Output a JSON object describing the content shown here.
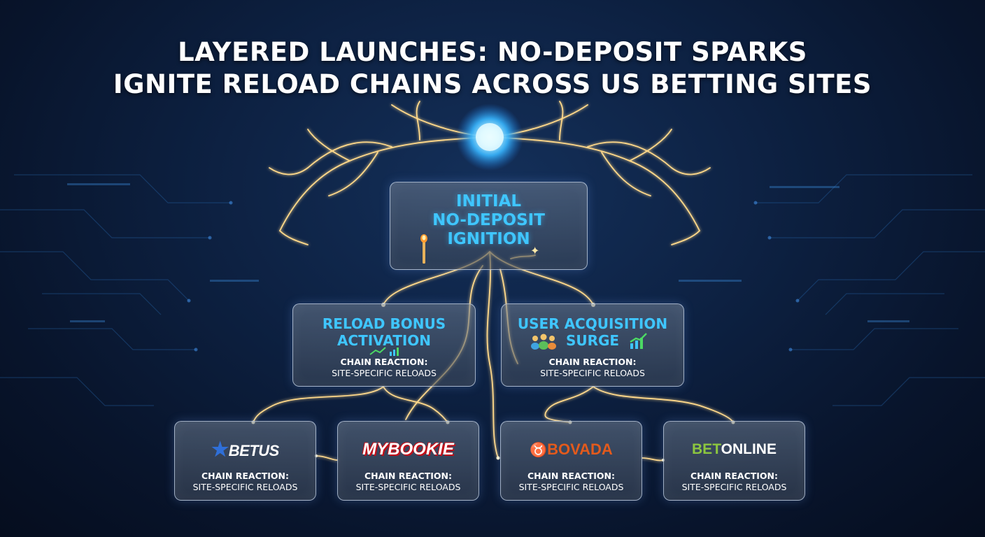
{
  "title": {
    "line1": "LAYERED LAUNCHES: NO-DEPOSIT SPARKS",
    "line2": "IGNITE RELOAD CHAINS ACROSS US BETTING SITES"
  },
  "ignition": {
    "line1": "INITIAL",
    "line2": "NO-DEPOSIT",
    "line3": "IGNITION"
  },
  "mid_nodes": [
    {
      "line1": "RELOAD BONUS",
      "line2": "ACTIVATION",
      "cr_label": "CHAIN REACTION:",
      "cr_value": "SITE-SPECIFIC RELOADS",
      "icon": "growth-chart-icon"
    },
    {
      "line1": "USER ACQUISITION",
      "line2": "SURGE",
      "cr_label": "CHAIN REACTION:",
      "cr_value": "SITE-SPECIFIC RELOADS",
      "icon": "users-group-icon"
    }
  ],
  "sites": [
    {
      "name": "BETUS",
      "cr_label": "CHAIN REACTION:",
      "cr_value": "SITE-SPECIFIC RELOADS"
    },
    {
      "name": "MYBOOKIE",
      "cr_label": "CHAIN REACTION:",
      "cr_value": "SITE-SPECIFIC RELOADS"
    },
    {
      "name": "BOVADA",
      "cr_label": "CHAIN REACTION:",
      "cr_value": "SITE-SPECIFIC RELOADS"
    },
    {
      "name_part1": "BET",
      "name_part2": "ONLINE",
      "cr_label": "CHAIN REACTION:",
      "cr_value": "SITE-SPECIFIC RELOADS"
    }
  ],
  "colors": {
    "accent_cyan": "#3fc6ff",
    "spark_gold": "#ffd98a",
    "orb_blue": "#5fd0ff",
    "betus_blue": "#2f6fd8",
    "mybookie_red": "#c0101a",
    "bovada_orange": "#e35a1c",
    "betonline_green": "#8cc63f"
  }
}
